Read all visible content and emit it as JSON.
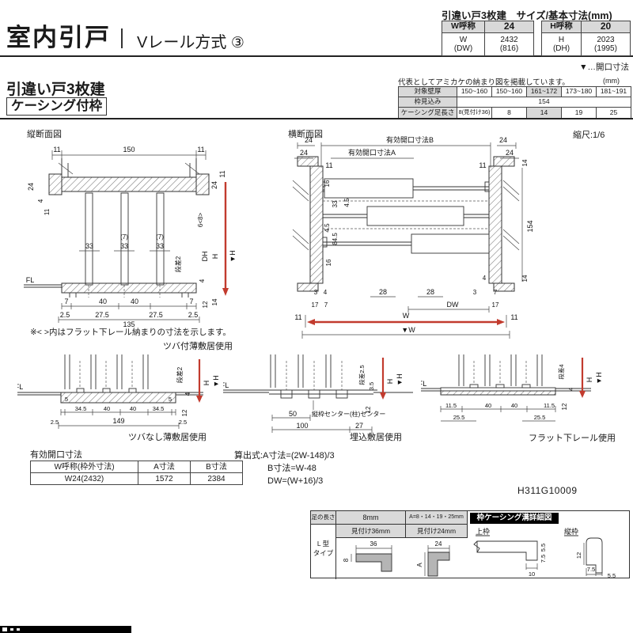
{
  "colors": {
    "accent_red": "#c23b2e",
    "header_bg": "#d9d9d9",
    "shade_bg": "#d9d9d9",
    "black_label_bg": "#111111",
    "line": "#333333"
  },
  "header": {
    "title": "室内引戸",
    "method": "Vレール方式",
    "num": "③"
  },
  "size_table": {
    "title": "引違い戸3枚建　サイズ/基本寸法(mm)",
    "w_name": "W呼称",
    "w_val": "24",
    "w_sub1": "W",
    "w_sub2": "(DW)",
    "w_v1": "2432",
    "w_v2": "(816)",
    "h_name": "H呼称",
    "h_val": "20",
    "h_sub1": "H",
    "h_sub2": "(DH)",
    "h_v1": "2023",
    "h_v2": "(1995)",
    "legend": "▼…開口寸法"
  },
  "section": {
    "line1": "引違い戸3枚建",
    "line2": "ケーシング付枠"
  },
  "wall_table": {
    "note": "代表としてアミカケの納まり図を掲載しています。",
    "unit": "(mm)",
    "r1_label": "対象壁厚",
    "r1": [
      "150~160",
      "150~160",
      "161~172",
      "173~180",
      "181~191"
    ],
    "r2_label": "枠見込み",
    "r2": "154",
    "r3_label": "ケーシング足長さ",
    "r3": [
      "8(見付け36)",
      "8",
      "14",
      "19",
      "25"
    ]
  },
  "vs": {
    "label": "縦断面図",
    "t1": "11",
    "t2": "150",
    "t3": "11",
    "l1": "24",
    "l2": "4",
    "l3": "11",
    "r1": "24",
    "r2": "11",
    "m1": "6<8>",
    "m2": "DH",
    "m3": "H",
    "m4": "▼H",
    "p1": "(7)",
    "p2": "(7)",
    "p3": "33",
    "p4": "33",
    "p5": "33",
    "step": "段差2",
    "fl": "FL",
    "rb1": "4",
    "rb2": "12",
    "rb3": "14",
    "b1": "7",
    "b2": "40",
    "b3": "40",
    "b4": "7",
    "c1": "2.5",
    "c2": "27.5",
    "c3": "135",
    "c4": "27.5",
    "c5": "2.5",
    "note": "※< >内はフラット下レール納まりの寸法を示します。",
    "caption": "ツバ付薄敷居使用"
  },
  "hs": {
    "label": "横断面図",
    "scale": "縮尺:1/6",
    "b_dim": "有効開口寸法B",
    "a_dim": "有効開口寸法A",
    "tl1": "24",
    "tl2": "24",
    "tr1": "24",
    "tr2": "24",
    "t11l": "11",
    "t11r": "11",
    "tr14": "14",
    "ls1": "16",
    "ls2": "33",
    "ls3": "4.5",
    "ls4": "4.5",
    "ls5": "84.5",
    "ls6": "16",
    "rs1": "154",
    "rs2": "14",
    "bb1": "3",
    "bb2": "4",
    "bb3": "28",
    "bb4": "28",
    "bb5": "3",
    "bb6": "7",
    "bb7": "4",
    "bc1": "17",
    "bc2": "7",
    "bc3": "DW",
    "bc4": "17",
    "w1": "11",
    "w2": "W",
    "w3": "11",
    "w4": "▼W"
  },
  "d1": {
    "fl": "FL",
    "step": "段差2",
    "s4": "4",
    "h": "H",
    "hv": "▼H",
    "s12": "12",
    "a1": "5",
    "a2": "34.5",
    "a3": "40",
    "a4": "40",
    "a5": "34.5",
    "a6": "5",
    "b1": "2.5",
    "b2": "149",
    "b3": "2.5",
    "caption": "ツバなし薄敷居使用"
  },
  "d2": {
    "fl": "FL",
    "step": "段差2.5",
    "s35": "3.5",
    "h": "H",
    "hv": "▼H",
    "s12": "12",
    "a1": "50",
    "center_note": "縦枠センター(柱)センター",
    "b1": "100",
    "b2": "27",
    "caption": "埋込敷居使用"
  },
  "d3": {
    "fl": "FL",
    "step": "段差4",
    "s4": "4",
    "h": "H",
    "hv": "▼H",
    "s12": "12",
    "a1": "11.5",
    "a2": "40",
    "a3": "40",
    "a4": "11.5",
    "b1": "25.5",
    "b2": "25.5",
    "caption": "フラット下レール使用"
  },
  "opening_table": {
    "title": "有効開口寸法",
    "h1": "W呼称(枠外寸法)",
    "h2": "A寸法",
    "h3": "B寸法",
    "r1": "W24(2432)",
    "r2": "1572",
    "r3": "2384"
  },
  "formula": {
    "l1": "算出式:A寸法=(2W-148)/3",
    "l2": "B寸法=W-48",
    "l3": "DW=(W+16)/3"
  },
  "doc_code": "H311G10009",
  "ct": {
    "h0": "足の長さ",
    "h1": "8mm",
    "h2": "A=8・14・19・25mm",
    "h3": "枠ケーシング溝詳細図",
    "row1": "L 型",
    "row2": "タイプ",
    "s1": "見付け36mm",
    "s2": "見付け24mm",
    "d1_top": "36",
    "d1_left": "8",
    "d2_top": "24",
    "d2_left": "A",
    "uf": "上枠",
    "uf1": "5.5",
    "uf2": "7.5",
    "uf3": "10",
    "sf": "縦枠",
    "sf1": "12",
    "sf2": "7.5",
    "sf3": "5.5"
  }
}
